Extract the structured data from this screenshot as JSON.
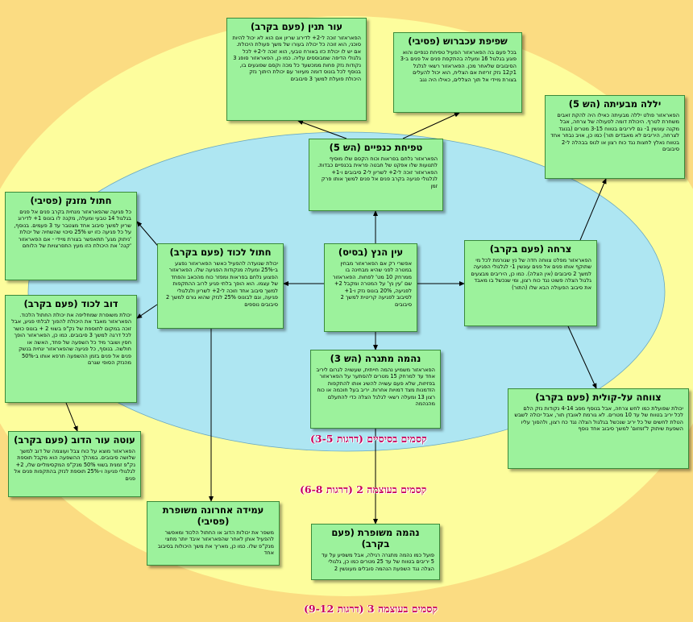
{
  "rings": [
    {
      "label": "קסמים בסיסיים (דרגות 3-5)",
      "fill": "#aee6f2"
    },
    {
      "label": "קסמים בעוצמה 2 (דרגות 6-8)",
      "fill": "#fdfd9d"
    },
    {
      "label": "קסמים בעוצמה 3 (דרגות 9-12)",
      "fill": "#fbdc82"
    }
  ],
  "nodes": {
    "snake_eye": {
      "title": "עין הנץ (בסיס)",
      "body": "אפשרי רק אם הפאראזור מבחין במטרה לפני שהיא מבחינה בו ממרחק 10 מט' לפחות. הפאראזור שם 'עין נץ' על המטרה ומקבל 2+ לפגיעה, 20% בונוס נזק ו-1+ לסיבוב לפגיעה קריטית למשך 2 סיבובים"
    },
    "poison_spit": {
      "title": "טפיחת כנפיים (הש 5)",
      "body": "הפאראזור נלחם בפראות וכוח הקסם שלו מוסיף לתנועות שלו אפקט של חבטה פראית בכנפיים כבדות. הפאראזור זוכה ל-2+ לשריון ל-2 סיבובים ו-1+ לנלגולי פגיעה בקרב פנים אל פנים למשך אותו פרק זמן"
    },
    "crocodile_skin": {
      "title": "עור תנין (פעם בקרב)",
      "body": "הפאראזור זוכה ל-2+ לדירוג שריון אם הוא לא יכול להיות סוכני, הוא זוכה כל יכולה בעורו של משך פעולת היכולת. אם יש לו יכולת כזו באורח טבעי, הוא זוכה ל-2+ לכל גלגולי הדיפה שמבוססים עליה. כמו כן, הפאראזור סופג 3 נקודות נזק פחות ממכשעד כל מכה וקסם שפוגעים בו, בנוסף לכל בונוס דומה מעיוור עם יכולת היתוך נזק היכולת פועלת למשך 3 סיבובים"
    },
    "vulture_swoop": {
      "title": "שפיפת עכברוש (פסיבי)",
      "body": "בכל פעם בה הפאראזור הפעיל טפיחת כנפיים והוא פוגע בגלגול 16 ומעלה בהתקפת פנים אל פנים ב-3 הסיבובים שלאחר מכן. הפאראזור רשאי לגלגל 1ק12 נזק זריזות אם הצליח, הוא יכול להעלים בצורת מיידי אל תוך הצללים, כאילו היה נגב"
    },
    "night_scream": {
      "title": "יללה מבעיתה (הש 5)",
      "body": "הפאראזור פולט יללה מבעיתה כאילו היה להקת זאבים משחרת לטרף. היכולת דומה לפעולה של צרחה, אבל מקנה עונשין 1- גם ליריבים בטווח 3-15 מטרים (בנוגד לצרחה, היריבים לא מאבדים תור) כמו כן, אויב נבחר אחד בטווח נאלץ לחצות נגד כוח רצון או לנוס בבהלה ל-2 סיבובים"
    },
    "gut_tear": {
      "title": "חתול מזנק (פסיבי)",
      "body": "כל פגיעה שהפאראזור מנחית בקרב פנים אל פנים בגלגול 14 טבעי ומעלה, מקנה לו בונוס 1+ לדירוג שריון למשך סיבוב אחד מצטבר עד 3 פעמים. בנוסף, על כל פגיעה כזו יש 25% סיכוי שהשחיה של יכולת 'ניתוק מגע' תתאפשר בצורת מיידי - אם הפאראזור 'קנה' את היכולת הזו מעץ התפרצויות של הלוחם"
    },
    "cat_claw": {
      "title": "חתול לכוד (פעם בקרב)",
      "body": "יכולת שנועדה להפעיל כאשר הפאראזור נפצע ב-25% ומעלה מנקודות הפגיעה שלו. הפאראזור הפצוע נלחם בפראות ומפזר כוח מהכאב והפחד של עצמו. הוא הופך בלתי פגיע לרוב ההתקפות למשך סיבוב אחד וזוכה ל-2+ לשריון ולגלגולי פגיעה, וגם לבונוס 25% לנזק שהוא גורם למשך 2 סיבובים נוספים"
    },
    "scream": {
      "title": "צרחה (פעם בקרב)",
      "body": "הפאראזור מפלט צווחה חדה של נץ שגורמת לכל מי שתוקף אותו פנים אל פנים עונשין 1- לגלגולי הפגיעה למשך 2 סיבובים (אין הצלה). כמו כן, היריבים מבצעים גלגול הצלה פשוט נגד כוח רצון, ומי שנכשל בו מאבד את סיבוב הפעולה הבא שלו (התור)"
    },
    "bear_hug": {
      "title": "דוב לכוד (פעם בקרב)",
      "body": "יכולת משופרת שמחליפה את יכולת החתול הלכוד. הפאראזור מאבד את היכולת להפוך לבלתי פגיע, אבל זוכה במקום לתוספת של נק\"פ בשווי 2 + בונוס כושר לכל דרגה למשך 3 סיבובים. כמו כן, הפאראזור הופך חסין ושובר מיד כל השפעה של פחד, האשה או חולשה. בנוסף, כל פגיעה שהפאראזור יגחית בנשק פנים אל פנים בזמן ההשפעה תרפא אותו ב-50% מהנזק הסופי שגרם"
    },
    "lesser_hide": {
      "title": "נהמה מתגרה (הש 3)",
      "body": "הפאראזור משמיע נהמה חייתית, שעשויה לגרום ליריב אחד עד למרחק 15 מטרים להסתער על הפאראזור בפזיזות, שלא פעם עשויה להשיג אותו להתקפות הזדמנות מצד דמויות אחרות. יריב בעל חוכמה או כוח רצון 13 ומעלה רשאי לגלגל הצלה כדי להתעלם מהנהמה"
    },
    "bone_shield": {
      "title": "צווחה על-קולית (פעם בקרב)",
      "body": "יכולת שפועלת כמו לחש צרחה, אבל בנוסף מסב 4-14 נקודות נזק הלם לכל יריב בטווח של עד 10 מטרים. לא גורמת לאובדן תור, אבל יכולה לשבש הטלת לחשים של כל יריב שנכשל בגלגול הצלה נגד כח רצון, ולהסוך עליו השפעת שיתוק ל'זמזום' למשך סיבוב אחד נוסף"
    },
    "wolf_pack": {
      "title": "עוטה עור הדוב (פעם בקרב)",
      "body": "הפאראזור מוצא על כוח צבל ועוצמה של דוב למשך שלושה סיבובים. במהלך ההשפעה הוא מקבל תוספת נק\"פ זמנית בשווי 50% מנק\"פ המקסימליים שלו, 2+ לגלגולי פגיעה ו-25% תוספת לנזק בהתקפות פנים אל פנים"
    },
    "last_stand": {
      "title": "עמידה אחרונה משופרת (פסיבי)",
      "body": "משפר את יכולות הדוב או החתול הלכוד ומאפשר להפעיל אותן לאחר שהפאראזור איבד יותר מחצי מנק\"פ שלו. כמו כן, מאריך את משך היכולות בסיבוב אחד"
    },
    "greater_roar": {
      "title": "נהמה משופרת (פעם בקרב)",
      "body": "פועל כמו נהמה מתגרה רגילה, אבל משפיע על עד 5 יריבים בטווח של עד 25 מטרים כמו כן, גלגולי הצלה נגד השפעת הנהמה סובלים מעונשין 2"
    }
  }
}
